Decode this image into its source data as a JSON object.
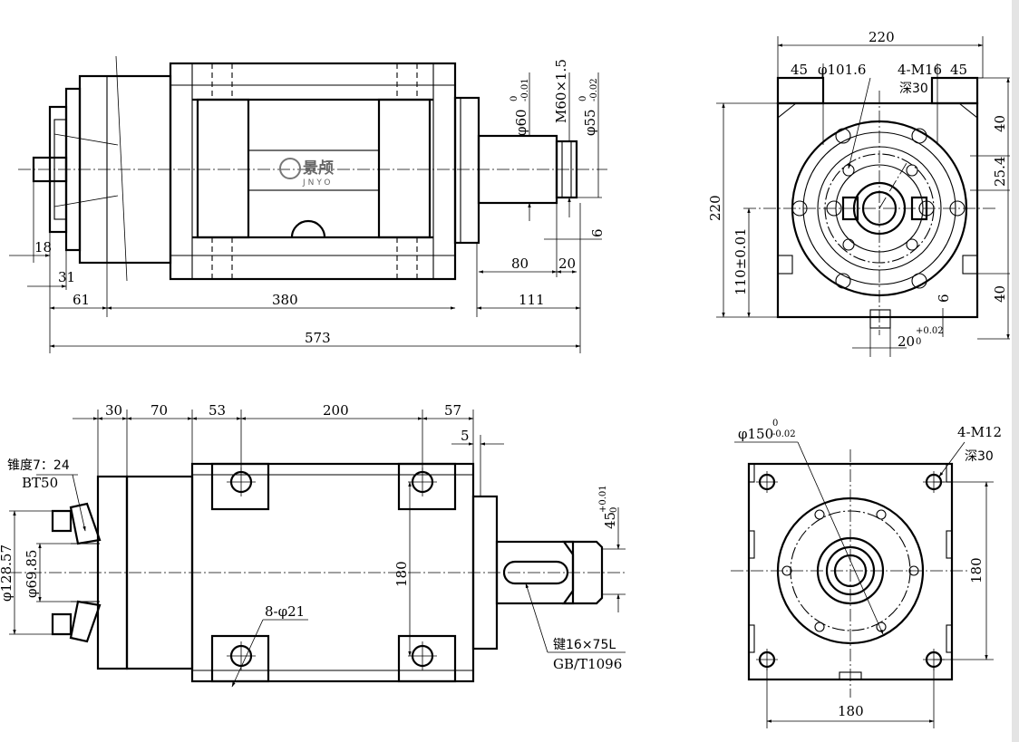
{
  "brand": {
    "logo_cn": "景颅",
    "logo_en": "JNYO"
  },
  "side_view": {
    "dims": {
      "d18": "18",
      "d31": "31",
      "d61": "61",
      "d380": "380",
      "d111": "111",
      "d573": "573",
      "d80": "80",
      "d20": "20",
      "d6": "6"
    },
    "shaft_dia": "φ60",
    "shaft_dia_tol_up": "0",
    "shaft_dia_tol_dn": "-0.01",
    "thread": "M60×1.5",
    "shaft_dia2": "φ55",
    "shaft_dia2_tol_up": "0",
    "shaft_dia2_tol_dn": "-0.02"
  },
  "front_view": {
    "width": "220",
    "d45a": "45",
    "d45b": "45",
    "pcd": "φ101.6",
    "holes": "4-M16",
    "hole_depth": "深30",
    "height": "220",
    "center_h": "110±0.01",
    "d40a": "40",
    "d25_4": "25.4",
    "d40b": "40",
    "d6": "6",
    "key_w": "20",
    "key_w_tol_up": "+0.02",
    "key_w_tol_dn": "0"
  },
  "top_view": {
    "d30": "30",
    "d70": "70",
    "d53": "53",
    "d200": "200",
    "d57": "57",
    "d5": "5",
    "taper": "锥度7：24",
    "taper_std": "BT50",
    "dia1": "φ128.57",
    "dia2": "φ69.85",
    "d180": "180",
    "mount_holes": "8-φ21",
    "key_h": "45",
    "key_h_tol_up": "+0.01",
    "key_h_tol_dn": "0",
    "key": "键16×75L",
    "key_std": "GB/T1096"
  },
  "flange_view": {
    "pilot": "φ150",
    "pilot_tol_up": "0",
    "pilot_tol_dn": "-0.02",
    "holes": "4-M12",
    "hole_depth": "深30",
    "d180_v": "180",
    "d180_h": "180"
  }
}
